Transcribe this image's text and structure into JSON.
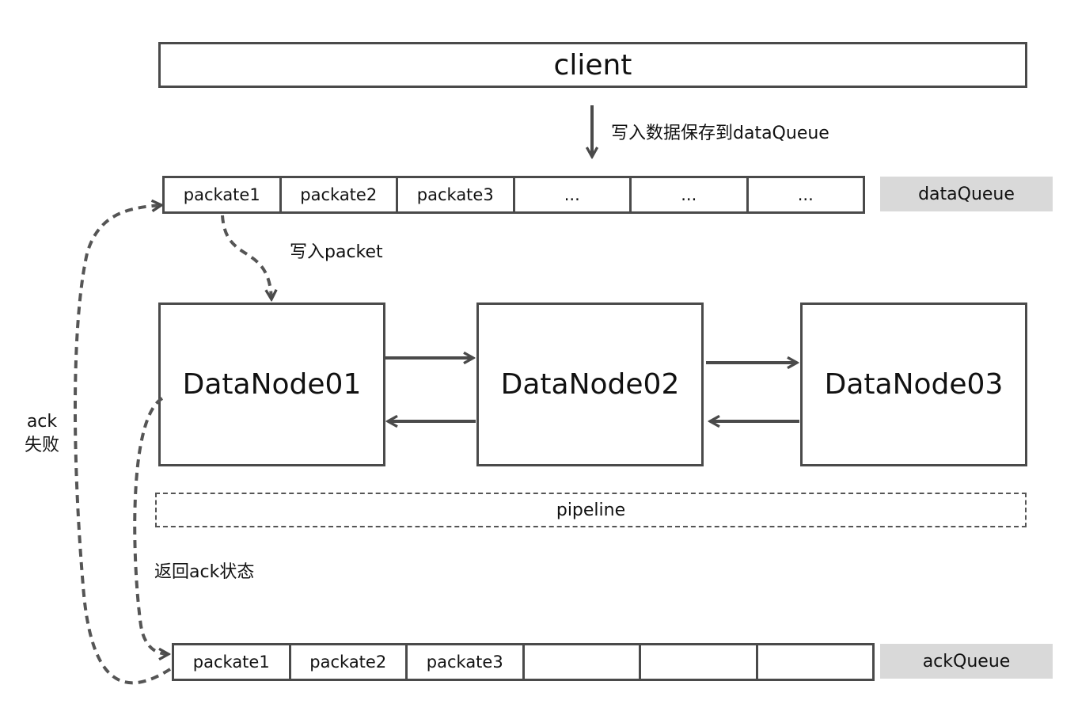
{
  "client": {
    "label": "client"
  },
  "write_label": "写入数据保存到dataQueue",
  "data_queue": {
    "label": "dataQueue",
    "cells": [
      "packate1",
      "packate2",
      "packate3",
      "...",
      "...",
      "..."
    ]
  },
  "write_packet_label": "写入packet",
  "nodes": [
    "DataNode01",
    "DataNode02",
    "DataNode03"
  ],
  "pipeline_label": "pipeline",
  "return_ack_label": "返回ack状态",
  "ack_fail_label": {
    "line1": "ack",
    "line2": "失败"
  },
  "ack_queue": {
    "label": "ackQueue",
    "cells": [
      "packate1",
      "packate2",
      "packate3",
      "",
      "",
      ""
    ]
  },
  "colors": {
    "stroke": "#4a4a4a",
    "label_bg": "#d9d9d9",
    "dashed": "#555555"
  }
}
